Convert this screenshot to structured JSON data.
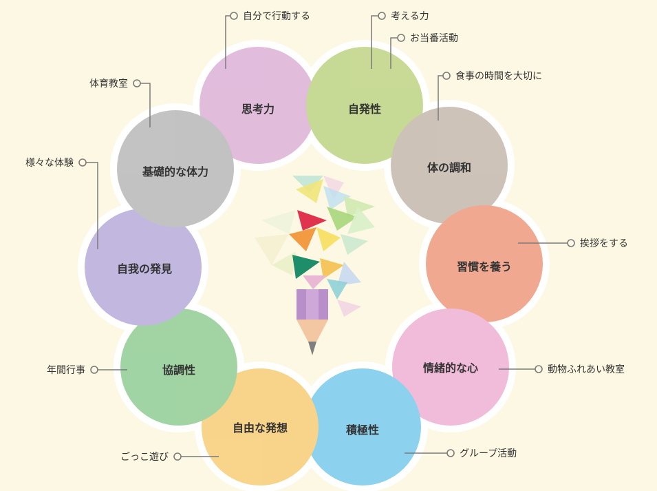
{
  "diagram": {
    "circles": [
      {
        "id": "shikoryoku",
        "label": "思考力",
        "color": "#deb5d8"
      },
      {
        "id": "jihatsusei",
        "label": "自発性",
        "color": "#c2d68a"
      },
      {
        "id": "karada",
        "label": "体の調和",
        "color": "#c8bcb0"
      },
      {
        "id": "shukan",
        "label": "習慣を養う",
        "color": "#ef9f84"
      },
      {
        "id": "jocho",
        "label": "情緒的な心",
        "color": "#f0b4d6"
      },
      {
        "id": "sekkyoku",
        "label": "積極性",
        "color": "#80cdec"
      },
      {
        "id": "jiyu",
        "label": "自由な発想",
        "color": "#f8cf7e"
      },
      {
        "id": "kyocho",
        "label": "協調性",
        "color": "#97cf9a"
      },
      {
        "id": "jiga",
        "label": "自我の発見",
        "color": "#bcb0dc"
      },
      {
        "id": "kiso",
        "label": "基礎的な体力",
        "color": "#bcbcbc"
      }
    ],
    "callouts": [
      {
        "id": "jibun",
        "text": "自分で行動する"
      },
      {
        "id": "kangaeru",
        "text": "考える力"
      },
      {
        "id": "otoban",
        "text": "お当番活動"
      },
      {
        "id": "shokuji",
        "text": "食事の時間を大切に"
      },
      {
        "id": "aisatsu",
        "text": "挨拶をする"
      },
      {
        "id": "dobutsu",
        "text": "動物ふれあい教室"
      },
      {
        "id": "group",
        "text": "グループ活動"
      },
      {
        "id": "gokko",
        "text": "ごっこ遊び"
      },
      {
        "id": "nenkan",
        "text": "年間行事"
      },
      {
        "id": "samazama",
        "text": "様々な体験"
      },
      {
        "id": "taiiku",
        "text": "体育教室"
      }
    ]
  }
}
